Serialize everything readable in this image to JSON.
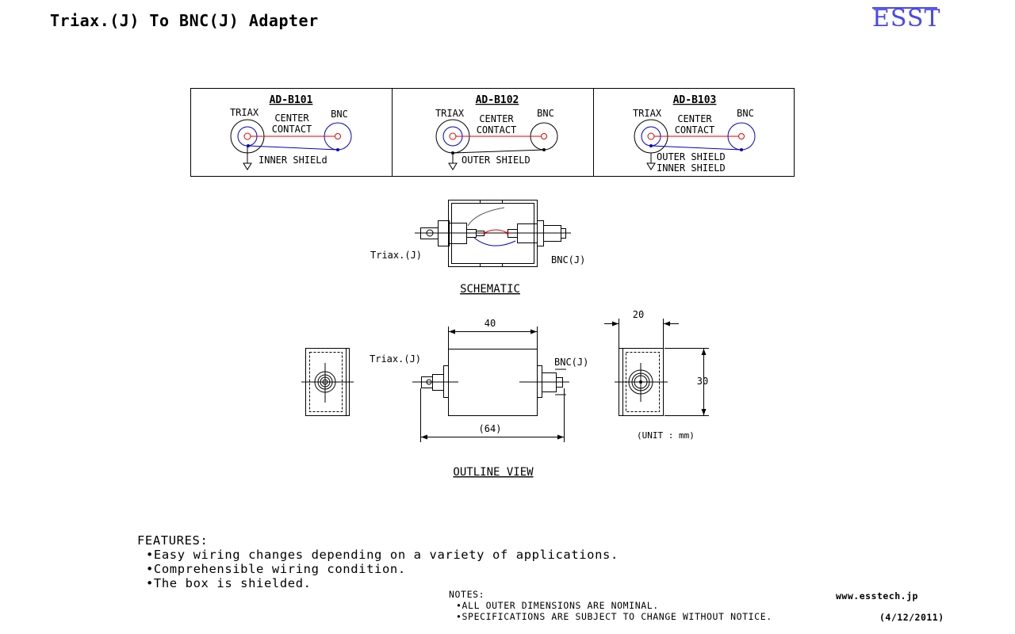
{
  "title": "Triax.(J) To BNC(J)  Adapter",
  "logo": "ESST",
  "variants": [
    {
      "model": "AD-B101",
      "triax": "TRIAX",
      "center": [
        "CENTER",
        "CONTACT"
      ],
      "bnc": "BNC",
      "shield": [
        "INNER SHIELd"
      ]
    },
    {
      "model": "AD-B102",
      "triax": "TRIAX",
      "center": [
        "CENTER",
        "CONTACT"
      ],
      "bnc": "BNC",
      "shield": [
        "OUTER SHIELD"
      ]
    },
    {
      "model": "AD-B103",
      "triax": "TRIAX",
      "center": [
        "CENTER",
        "CONTACT"
      ],
      "bnc": "BNC",
      "shield": [
        "OUTER SHIELD",
        "INNER SHIELD"
      ]
    }
  ],
  "schematic": {
    "left_label": "Triax.(J)",
    "right_label": "BNC(J)",
    "caption": "SCHEMATIC"
  },
  "outline": {
    "width_dim": "40",
    "total_dim": "(64)",
    "left_label": "Triax.(J)",
    "right_label": "BNC(J)",
    "depth_dim": "20",
    "height_dim": "30",
    "unit": "(UNIT : mm)",
    "caption": "OUTLINE VIEW"
  },
  "features": {
    "heading": "FEATURES:",
    "items": [
      "•Easy wiring changes depending on a variety of applications.",
      "•Comprehensible wiring condition.",
      "•The box is shielded."
    ]
  },
  "notes": {
    "heading": "NOTES:",
    "items": [
      "•ALL OUTER DIMENSIONS ARE NOMINAL.",
      "•SPECIFICATIONS ARE SUBJECT TO CHANGE WITHOUT NOTICE."
    ]
  },
  "website": "www.esstech.jp",
  "date": "(4/12/2011)",
  "colors": {
    "logo": "#4848f0",
    "center_wire": "#e00000",
    "shield_wire": "#0000c8"
  }
}
